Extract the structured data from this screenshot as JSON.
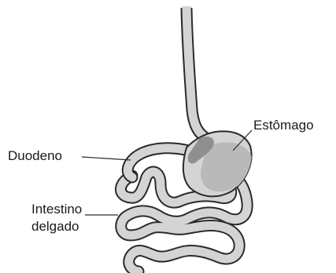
{
  "labels": {
    "stomach": "Estômago",
    "duodenum": "Duodeno",
    "small_intestine_line1": "Intestino",
    "small_intestine_line2": "delgado"
  },
  "colors": {
    "tube_fill": "#d4d4d4",
    "tube_outline": "#2a2a2a",
    "stomach_shade": "#b9b9b9",
    "stomach_dark": "#8f8f8f",
    "leader_line": "#2a2a2a",
    "background": "#ffffff"
  }
}
